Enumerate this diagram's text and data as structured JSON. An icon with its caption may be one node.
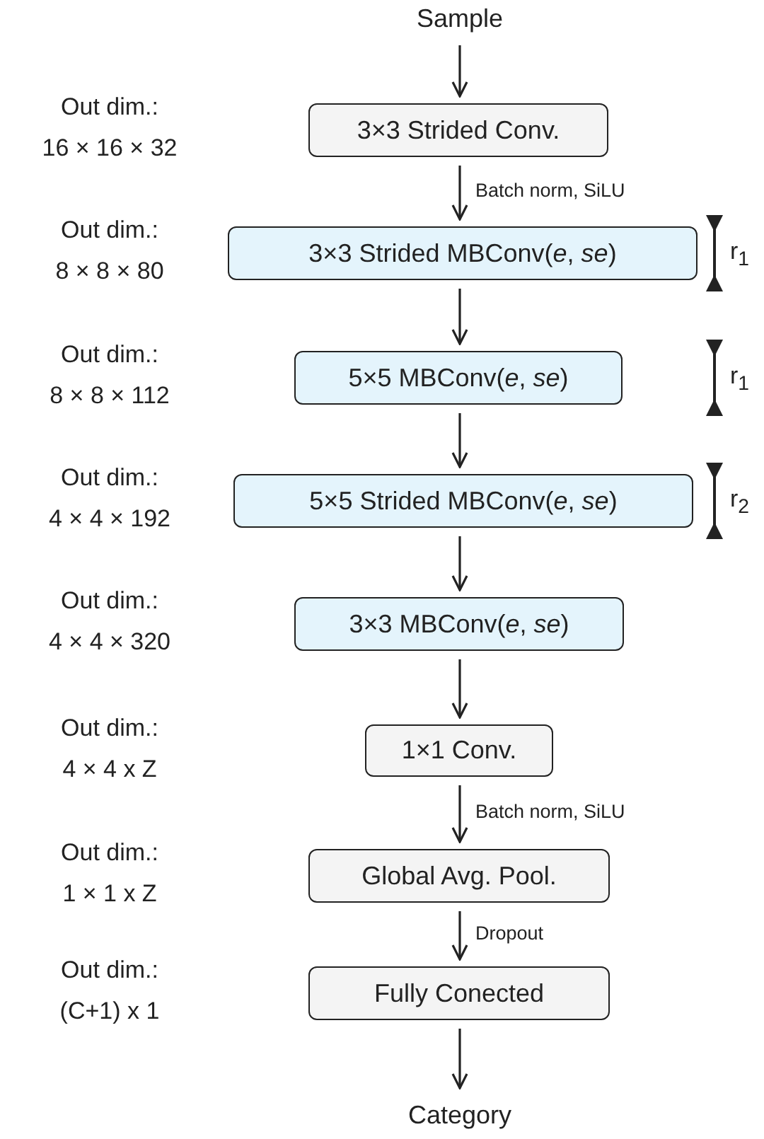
{
  "diagram": {
    "nodes": [
      {
        "text": [
          "Sample"
        ]
      },
      {
        "text": [
          "3×3 Strided Conv."
        ],
        "beside": [
          "Out dim.:",
          "16 × 16 × 32"
        ]
      },
      {
        "text": [
          "3×3 Strided MBConv(*e*, *se*)"
        ],
        "beside": [
          "Out dim.:",
          "8 × 8 × 80"
        ]
      },
      {
        "text": [
          "5×5 MBConv(*e*, *se*)"
        ],
        "beside": [
          "Out dim.:",
          "8 × 8 × 112"
        ]
      },
      {
        "text": [
          "5×5 Strided MBConv(*e*, *se*)"
        ],
        "beside": [
          "Out dim.:",
          "4 × 4 × 192"
        ]
      },
      {
        "text": [
          "3×3 MBConv(*e*, *se*)"
        ],
        "beside": [
          "Out dim.:",
          "4 × 4 × 320"
        ]
      },
      {
        "text": [
          "1×1 Conv."
        ],
        "beside": [
          "Out dim.:",
          "4 × 4 x Z"
        ]
      },
      {
        "text": [
          "Global Avg. Pool."
        ],
        "beside": [
          "Out dim.:",
          "1 × 1 x Z"
        ]
      },
      {
        "text": [
          "Fully Conected"
        ],
        "beside": [
          "Out dim.:",
          "(C+1) x 1"
        ]
      },
      {
        "text": [
          "Category"
        ]
      }
    ],
    "edges": [
      {
        "from": 0,
        "to": 1,
        "arrow": "to"
      },
      {
        "from": 1,
        "to": 2,
        "arrow": "to",
        "label": "Batch norm, SiLU"
      },
      {
        "from": 2,
        "to": 3,
        "arrow": "to"
      },
      {
        "from": 3,
        "to": 4,
        "arrow": "to"
      },
      {
        "from": 4,
        "to": 5,
        "arrow": "to"
      },
      {
        "from": 5,
        "to": 6,
        "arrow": "to"
      },
      {
        "from": 6,
        "to": 7,
        "arrow": "to",
        "label": "Batch norm, SiLU"
      },
      {
        "from": 7,
        "to": 8,
        "arrow": "to",
        "label": "Dropout"
      },
      {
        "from": 8,
        "to": 9,
        "arrow": "to"
      }
    ],
    "labels": [
      "r$_{1}$",
      "r$_{1}$",
      "r$_{2}$"
    ]
  }
}
